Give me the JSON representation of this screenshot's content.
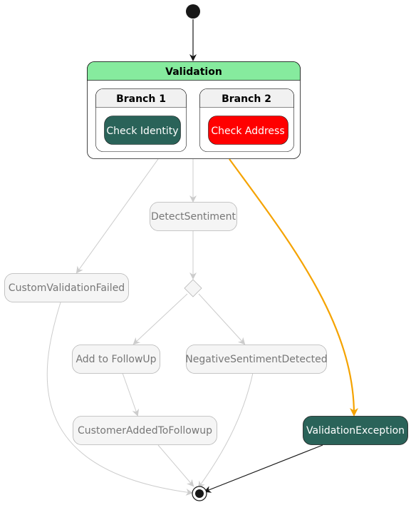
{
  "diagram": {
    "composite": {
      "title": "Validation",
      "header_color": "#86EB9E"
    },
    "branches": [
      {
        "title": "Branch 1",
        "state": "Check Identity",
        "state_color": "#2A6359"
      },
      {
        "title": "Branch 2",
        "state": "Check Address",
        "state_color": "#FF0000"
      }
    ],
    "states": {
      "detect_sentiment": "DetectSentiment",
      "custom_validation_failed": "CustomValidationFailed",
      "add_to_followup": "Add to FollowUp",
      "negative_sentiment_detected": "NegativeSentimentDetected",
      "customer_added_to_followup": "CustomerAddedToFollowup",
      "validation_exception": "ValidationException"
    },
    "colors": {
      "active_path": "#F5A300",
      "inactive_edge": "#CCCCCC",
      "inactive_text": "#777777",
      "inactive_fill": "#F5F5F5",
      "active_state_fill": "#2A6359"
    }
  }
}
